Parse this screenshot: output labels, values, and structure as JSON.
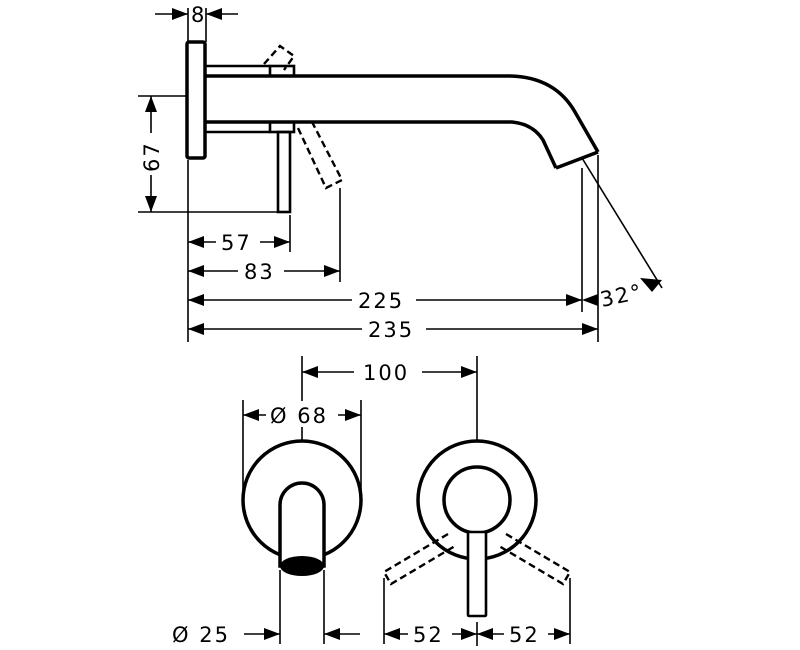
{
  "dimensions": {
    "rosette_thickness": "8",
    "spout_height": "67",
    "lever_offset": "57",
    "lever_reach": "83",
    "spout_projection": "225",
    "overall_length": "235",
    "spout_angle": "32°",
    "rosette_spacing": "100",
    "rosette_diameter": "Ø 68",
    "spout_diameter": "Ø 25",
    "lever_swing_left": "52",
    "lever_swing_right": "52"
  }
}
